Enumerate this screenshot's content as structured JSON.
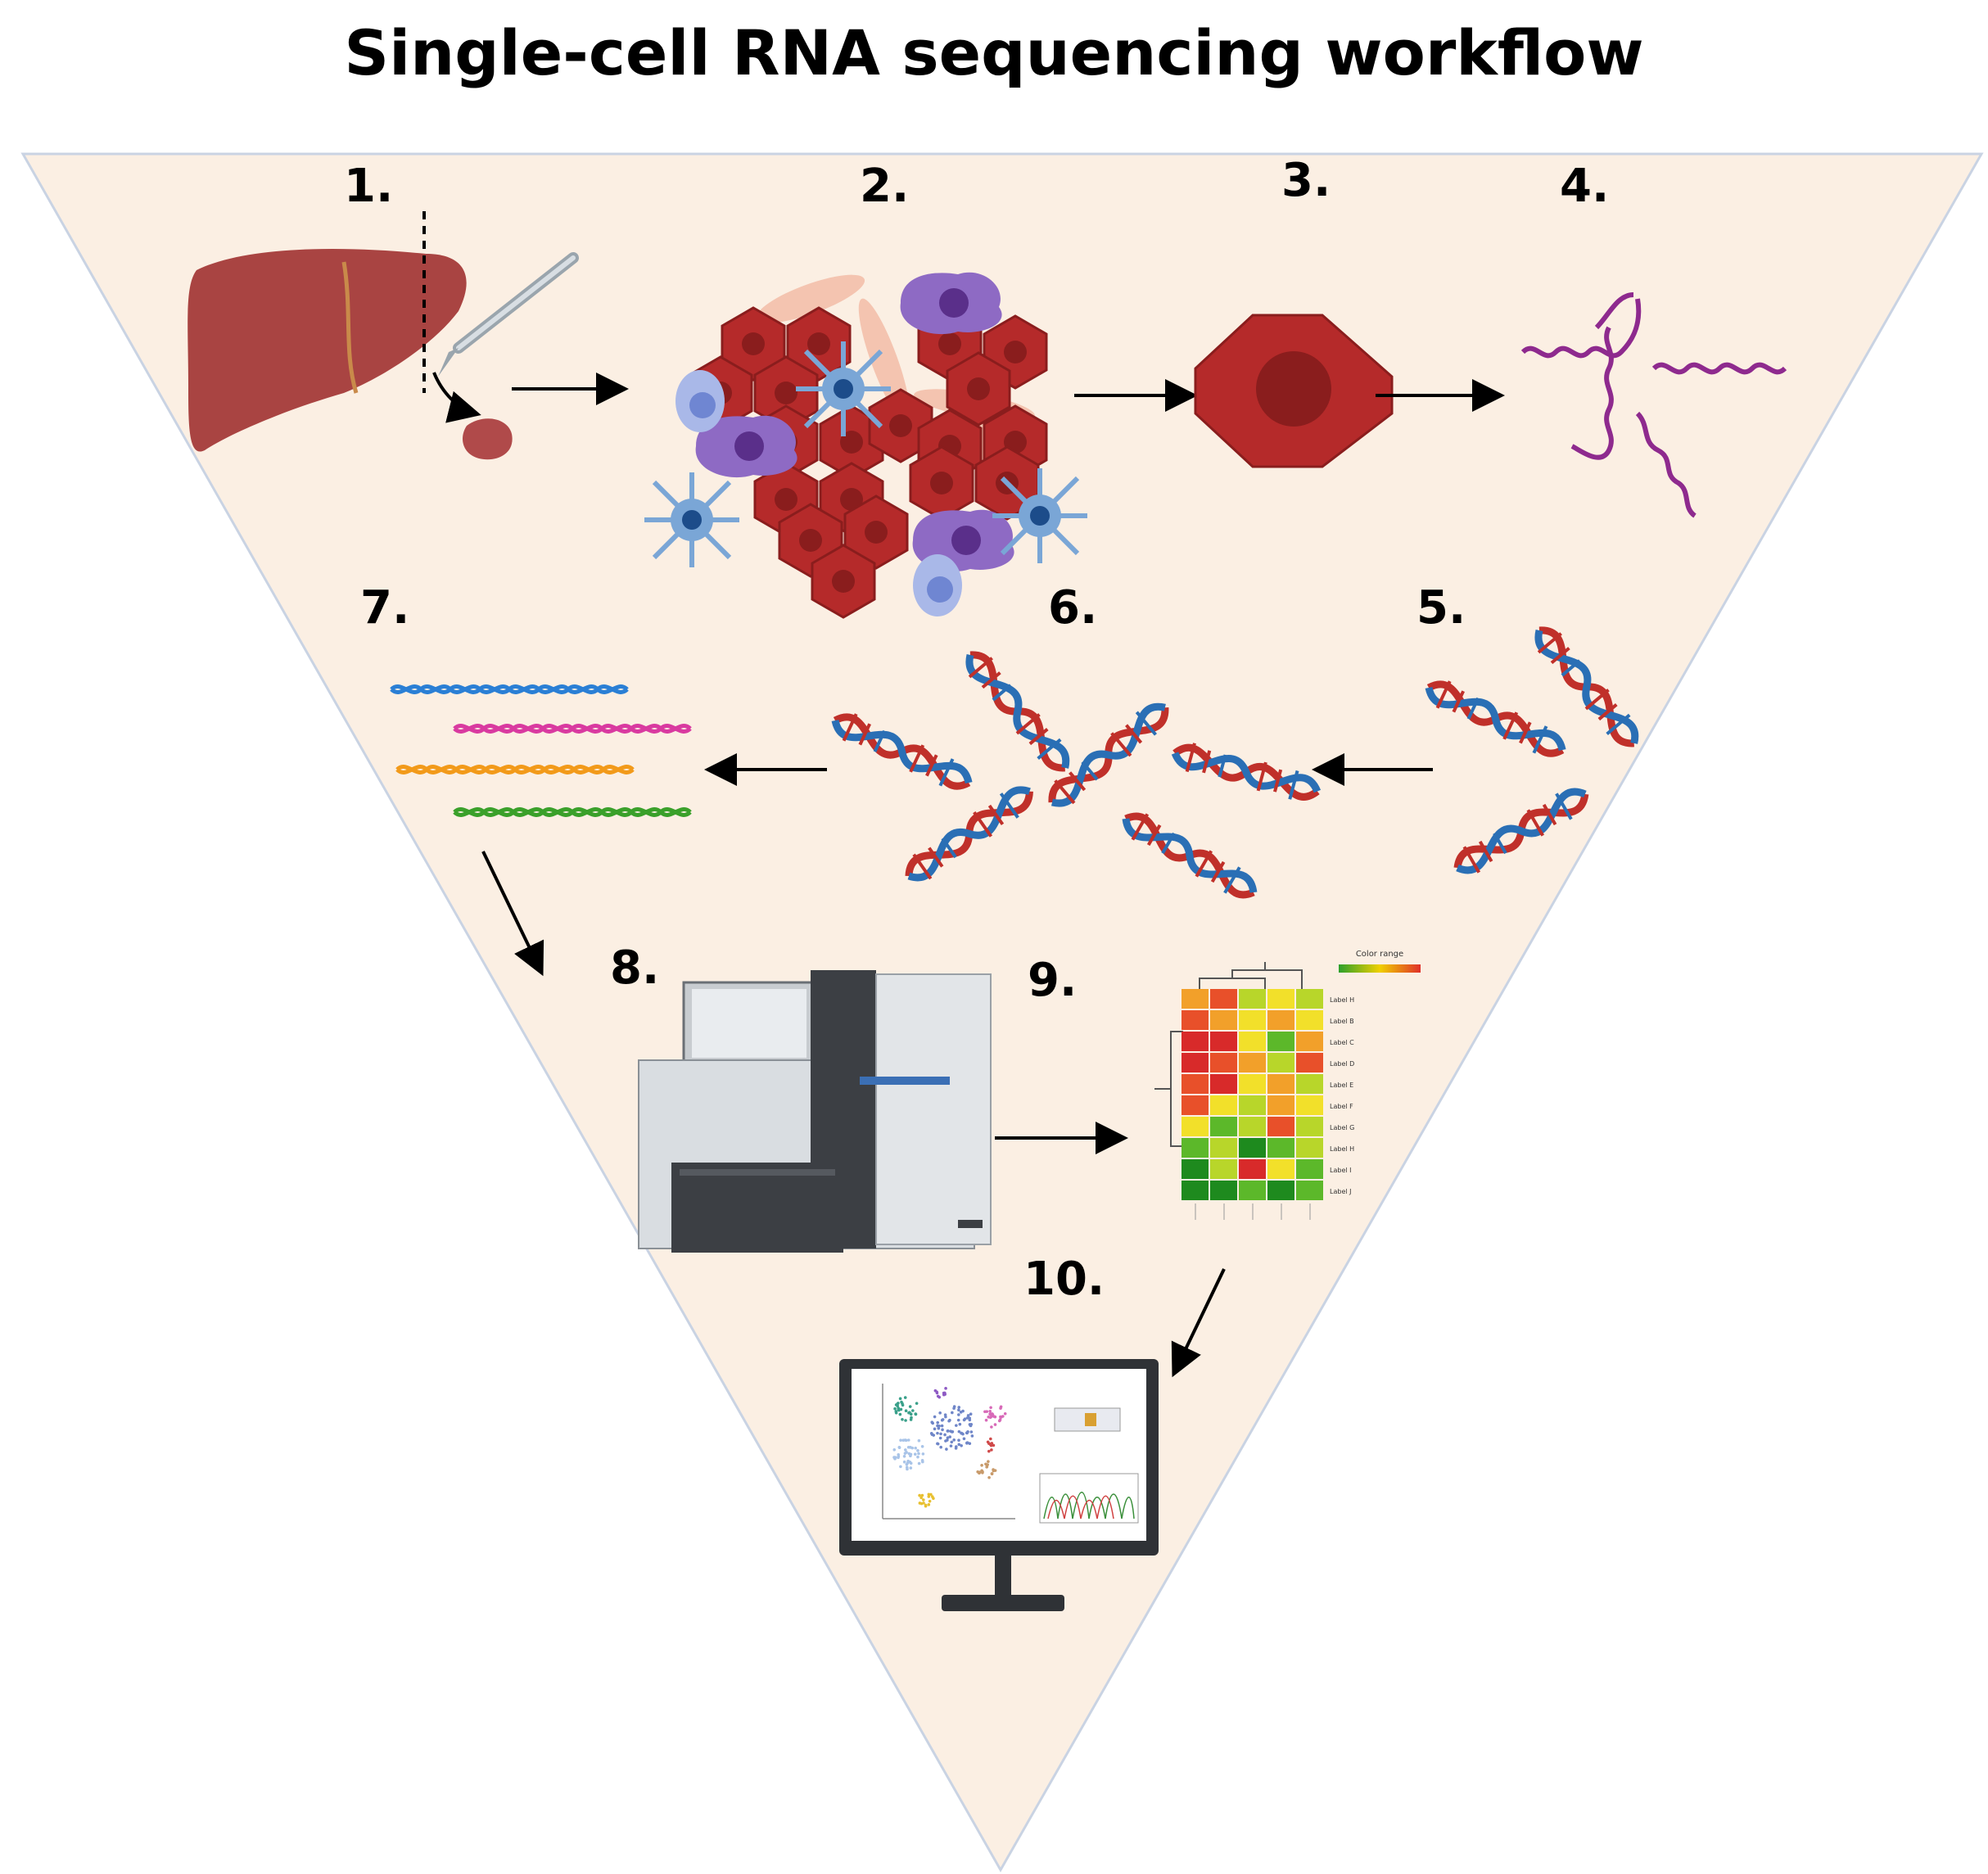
{
  "title": "Single-cell RNA sequencing workflow",
  "steps": [
    "1.",
    "2.",
    "3.",
    "4.",
    "5.",
    "6.",
    "7.",
    "8.",
    "9.",
    "10."
  ],
  "heatmap": {
    "legend_label": "Color range",
    "row_labels": [
      "Label H",
      "Label B",
      "Label C",
      "Label D",
      "Label E",
      "Label F",
      "Label G",
      "Label H",
      "Label I",
      "Label J"
    ]
  },
  "colors": {
    "triangle_fill": "#fbefe3",
    "liver": "#a94442",
    "cell_red": "#b52a2a",
    "rna": "#8e2a8e",
    "arrow": "#000000"
  }
}
